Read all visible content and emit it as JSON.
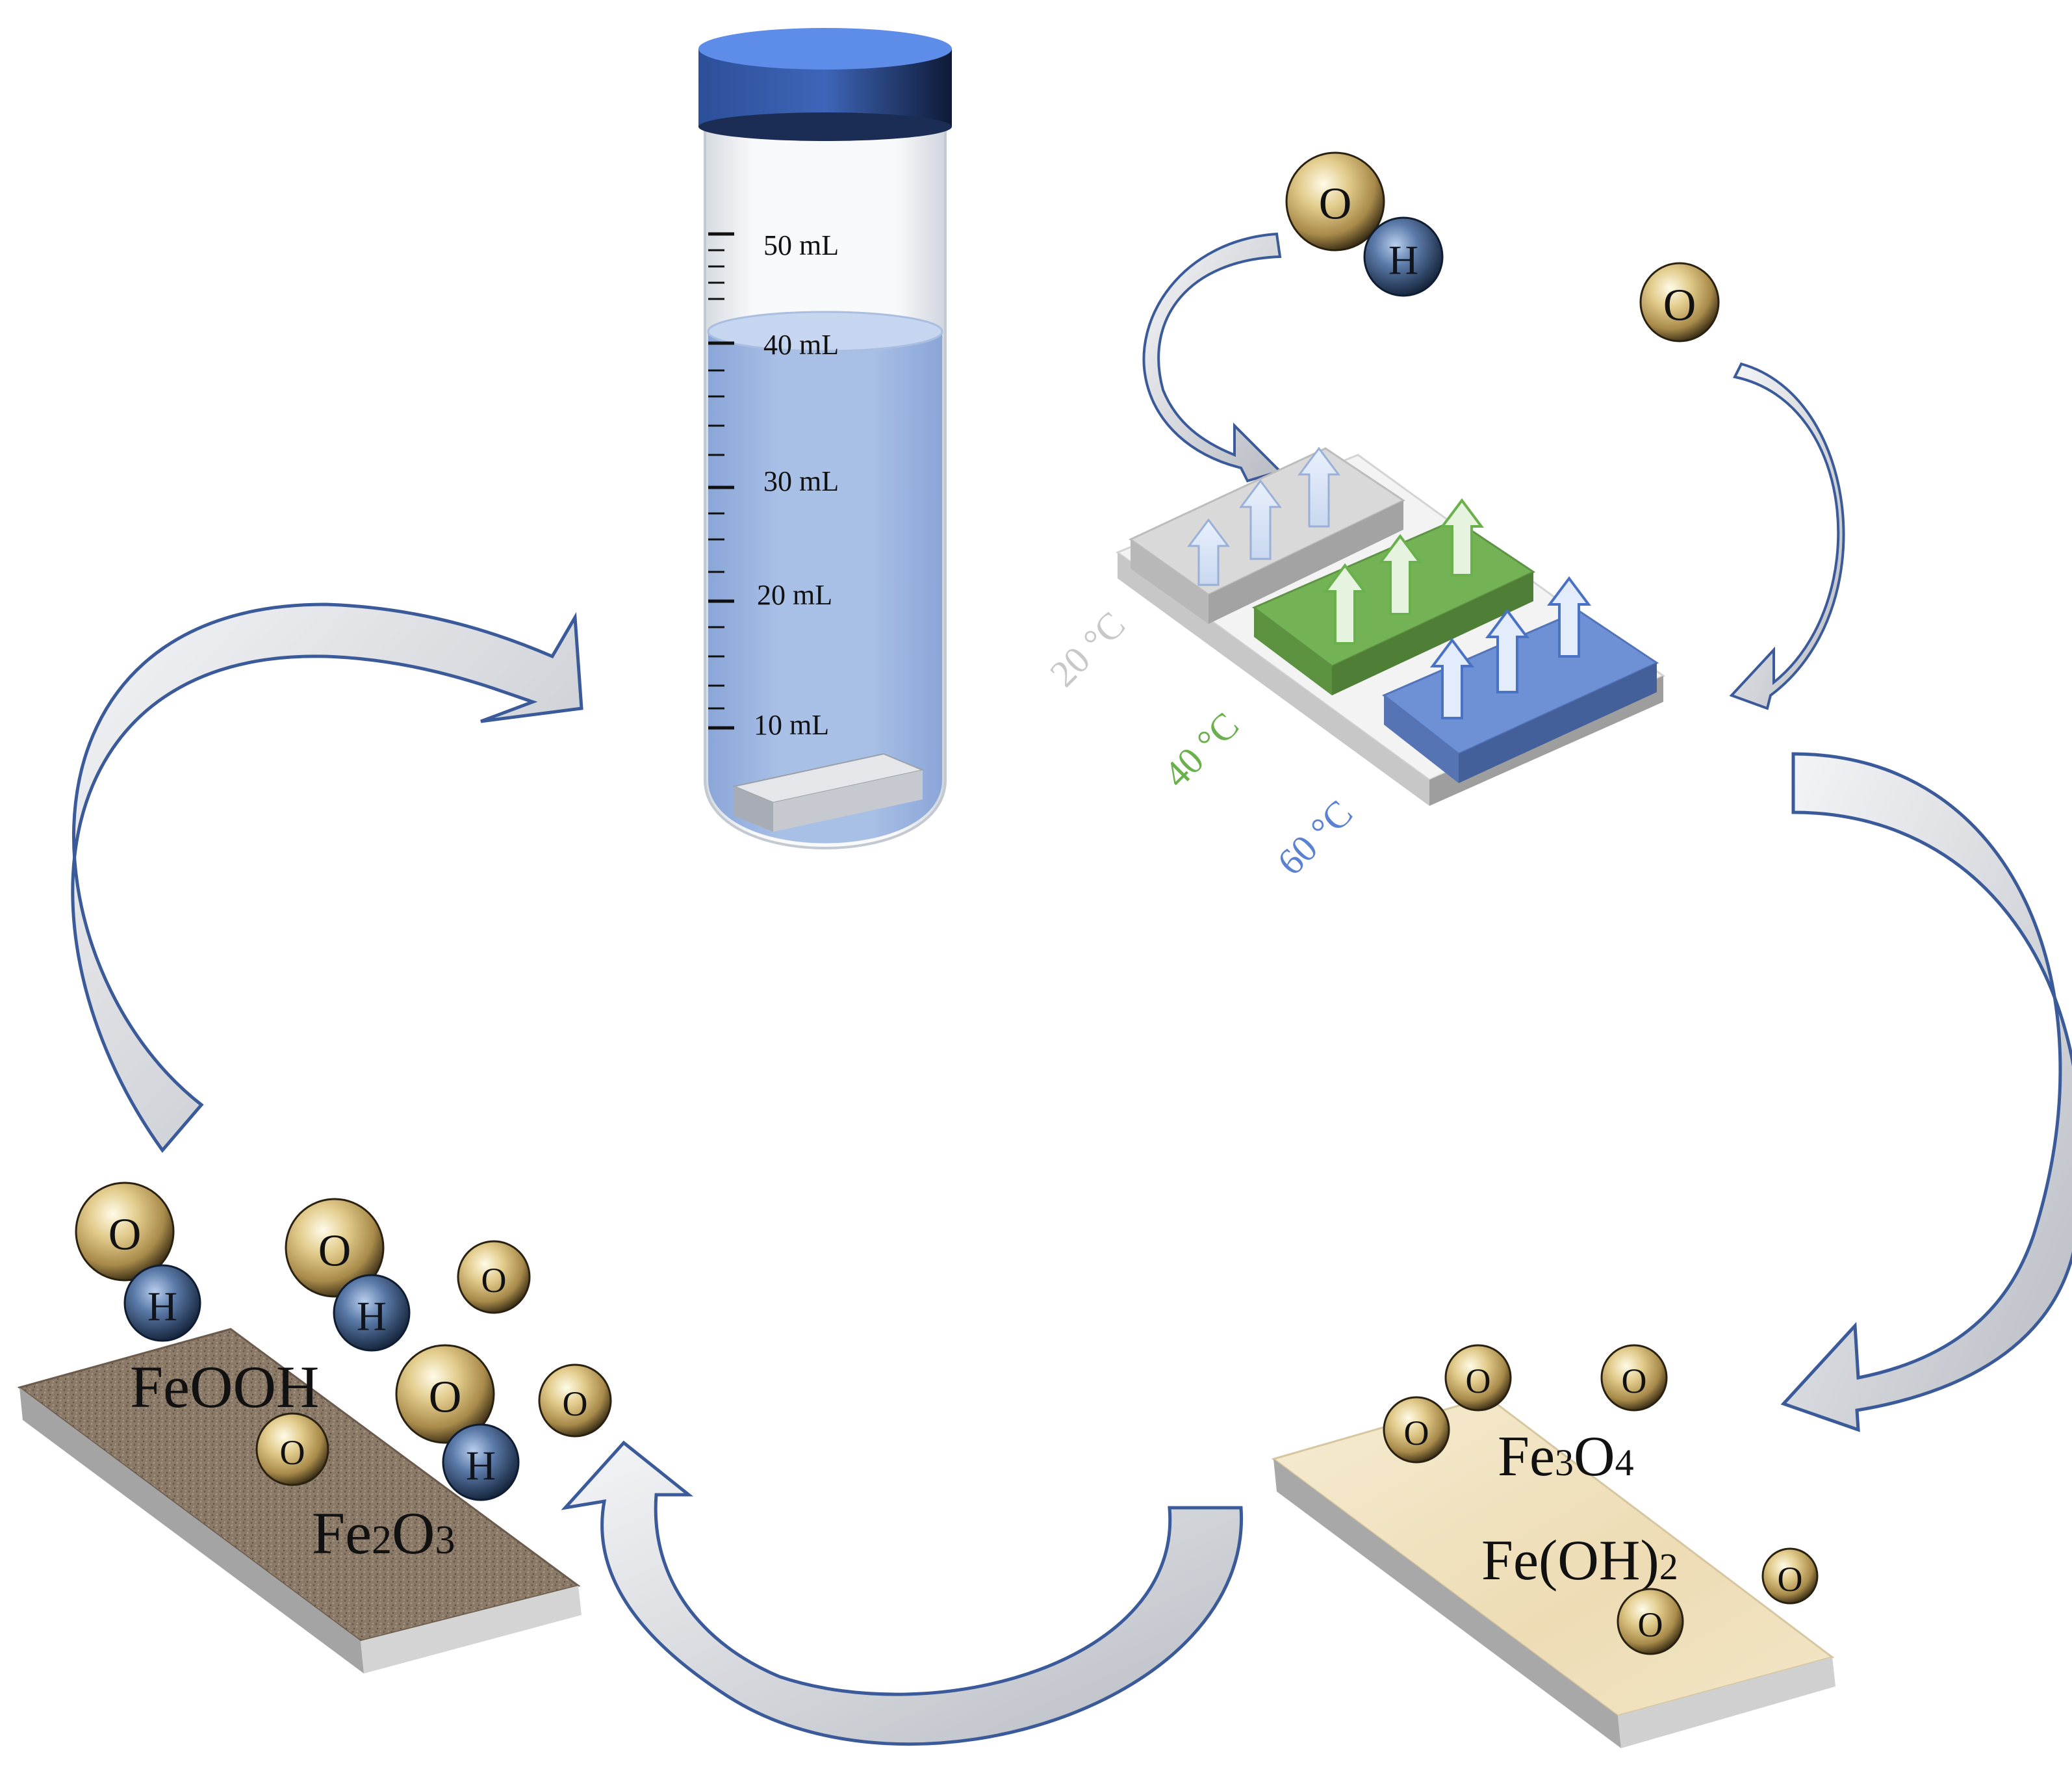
{
  "tube": {
    "graduations": [
      "50 mL",
      "40 mL",
      "30 mL",
      "20 mL",
      "10 mL"
    ],
    "liquid_color": "#9db5e0",
    "cap_color": "#5a8ae8"
  },
  "temperatures": [
    {
      "label": "20 °C",
      "color": "#c8c8c8"
    },
    {
      "label": "40 °C",
      "color": "#6ab04c"
    },
    {
      "label": "60 °C",
      "color": "#5b82d0"
    }
  ],
  "atoms": {
    "oxygen": "O",
    "hydrogen": "H"
  },
  "substrates": {
    "left": {
      "phases": [
        "FeOOH",
        "Fe2O3"
      ],
      "color": "#8a7866"
    },
    "right": {
      "phases": [
        "Fe3O4",
        "Fe(OH)2"
      ],
      "color": "#efe3c2"
    }
  },
  "formula_parts": {
    "fe2o3": {
      "a": "Fe",
      "b": "2",
      "c": "O",
      "d": "3"
    },
    "fe3o4": {
      "a": "Fe",
      "b": "3",
      "c": "O",
      "d": "4"
    },
    "feoh2": {
      "a": "Fe(OH)",
      "b": "2"
    }
  }
}
